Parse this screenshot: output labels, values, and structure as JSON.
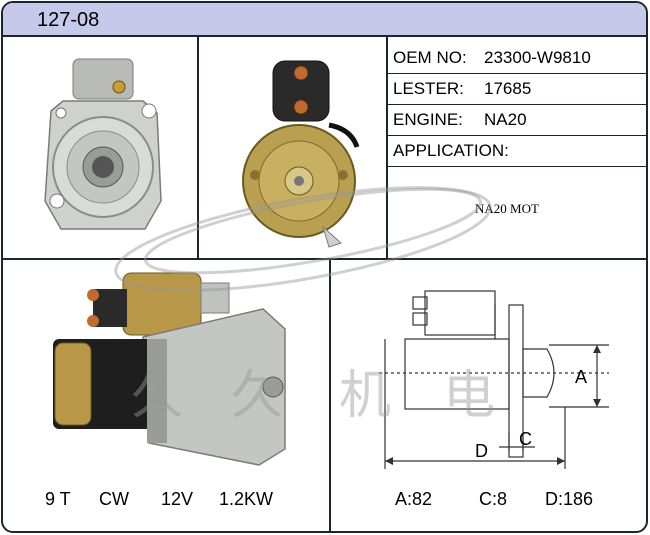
{
  "header": {
    "code": "127-08"
  },
  "specs": [
    {
      "label": "OEM NO:",
      "value": "23300-W9810"
    },
    {
      "label": "LESTER:",
      "value": "17685"
    },
    {
      "label": "ENGINE:",
      "value": "NA20"
    },
    {
      "label": "APPLICATION:",
      "value": ""
    }
  ],
  "application_note": "NA20 MOT",
  "motor_specs": {
    "teeth": "9 T",
    "rotation": "CW",
    "voltage": "12V",
    "power": "1.2KW"
  },
  "dimension_values": {
    "a": "A:82",
    "c": "C:8",
    "d": "D:186"
  },
  "diagram_labels": {
    "a": "A",
    "c": "C",
    "d": "D"
  },
  "watermark": {
    "chars": [
      "久",
      "久",
      "机",
      "电"
    ]
  },
  "colors": {
    "header_bg": "#c6c9ea",
    "border": "#1e2430",
    "housing": "#c8cac8",
    "solenoid_gold": "#b8a050"
  }
}
